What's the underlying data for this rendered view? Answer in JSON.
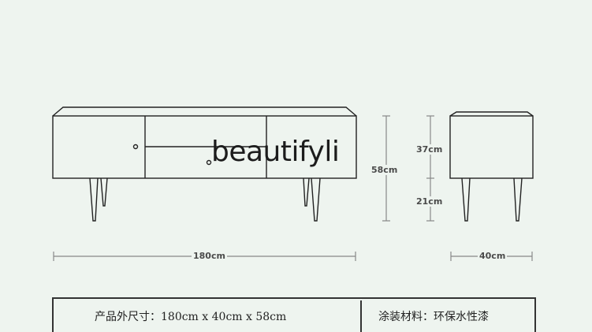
{
  "dimensions": {
    "total_height": "58cm",
    "upper_height": "37cm",
    "lower_height": "21cm",
    "width": "180cm",
    "depth": "40cm"
  },
  "watermark": "beautifyli",
  "specs": {
    "size_text": "产品外尺寸：180cm x 40cm x 58cm",
    "material_text": "涂装材料：环保水性漆"
  }
}
